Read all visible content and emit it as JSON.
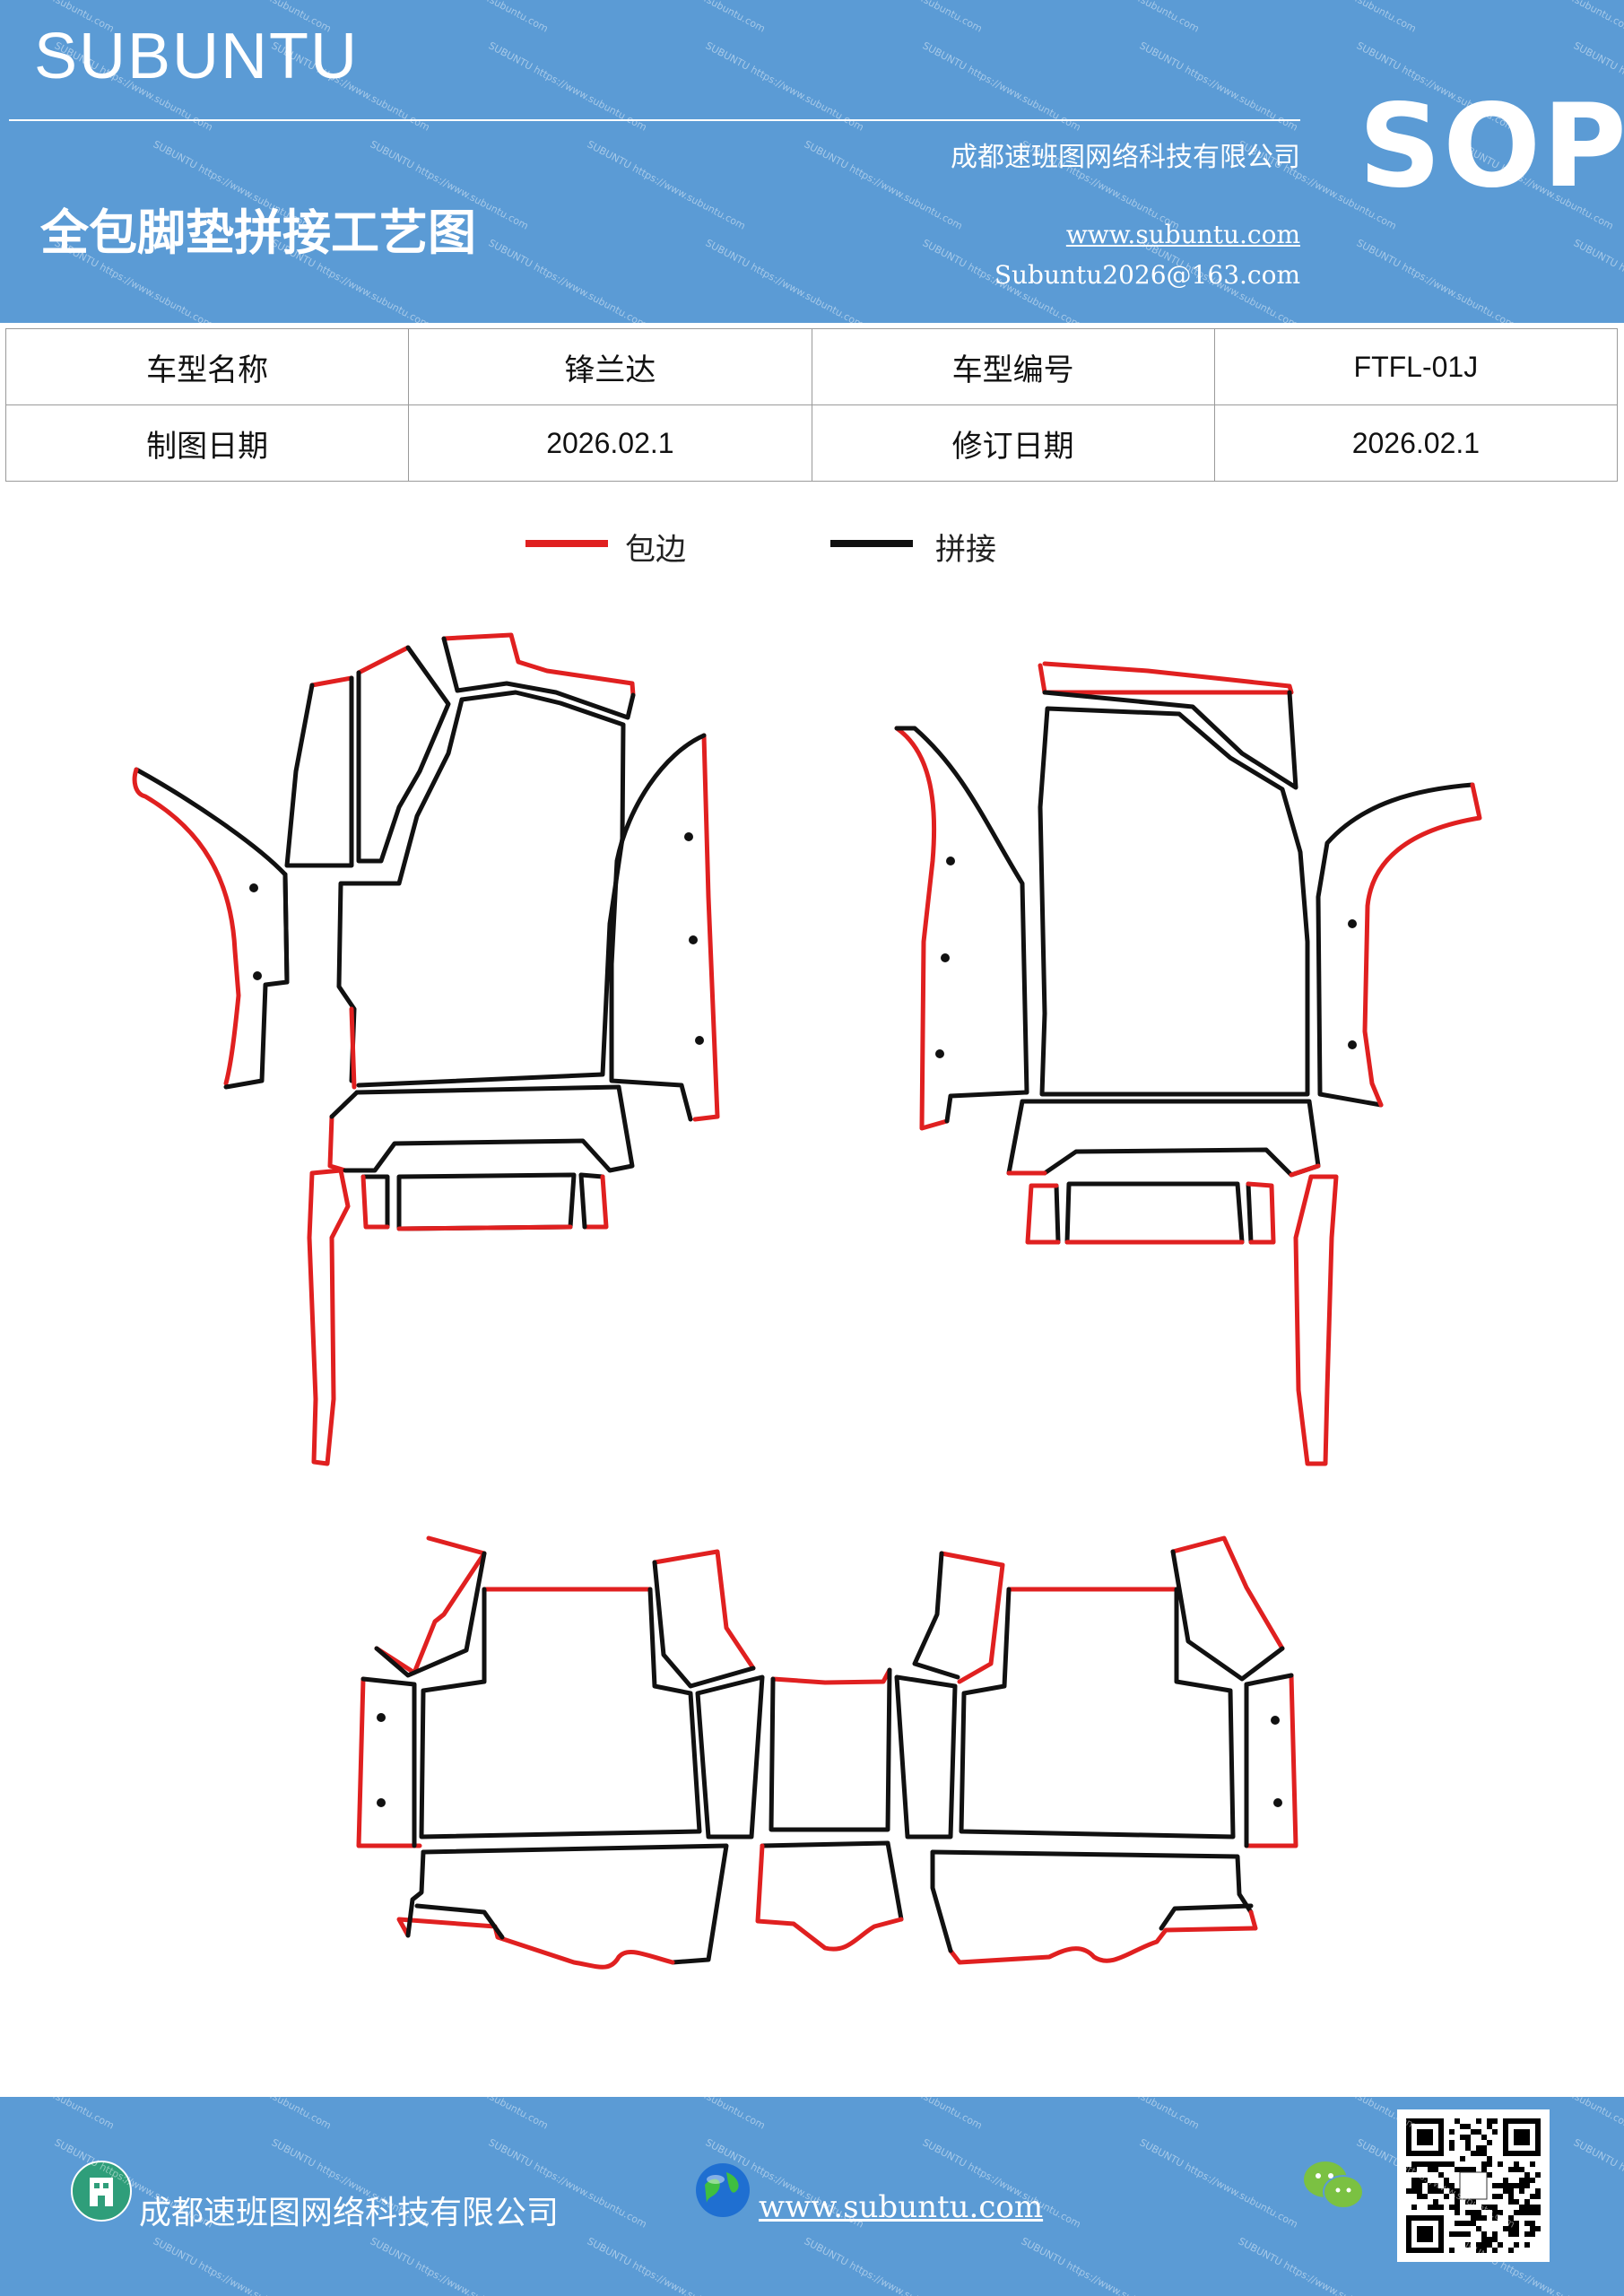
{
  "header": {
    "brand": "SUBUNTU",
    "company": "成都速班图网络科技有限公司",
    "title": "全包脚垫拼接工艺图",
    "website": "www.subuntu.com",
    "email": "Subuntu2026@163.com",
    "badge": "SOP"
  },
  "info_table": {
    "model_name_label": "车型名称",
    "model_name": "锋兰达",
    "model_code_label": "车型编号",
    "model_code": "FTFL-01J",
    "draw_date_label": "制图日期",
    "draw_date": "2026.02.1",
    "revise_date_label": "修订日期",
    "revise_date": "2026.02.1"
  },
  "legend": {
    "edge_label": "包边",
    "edge_color": "#e02020",
    "join_label": "拼接",
    "join_color": "#111111"
  },
  "footer": {
    "company": "成都速班图网络科技有限公司",
    "website": "www.subuntu.com",
    "icons": [
      "building-icon",
      "globe-icon",
      "wechat-icon",
      "qr-code"
    ]
  }
}
